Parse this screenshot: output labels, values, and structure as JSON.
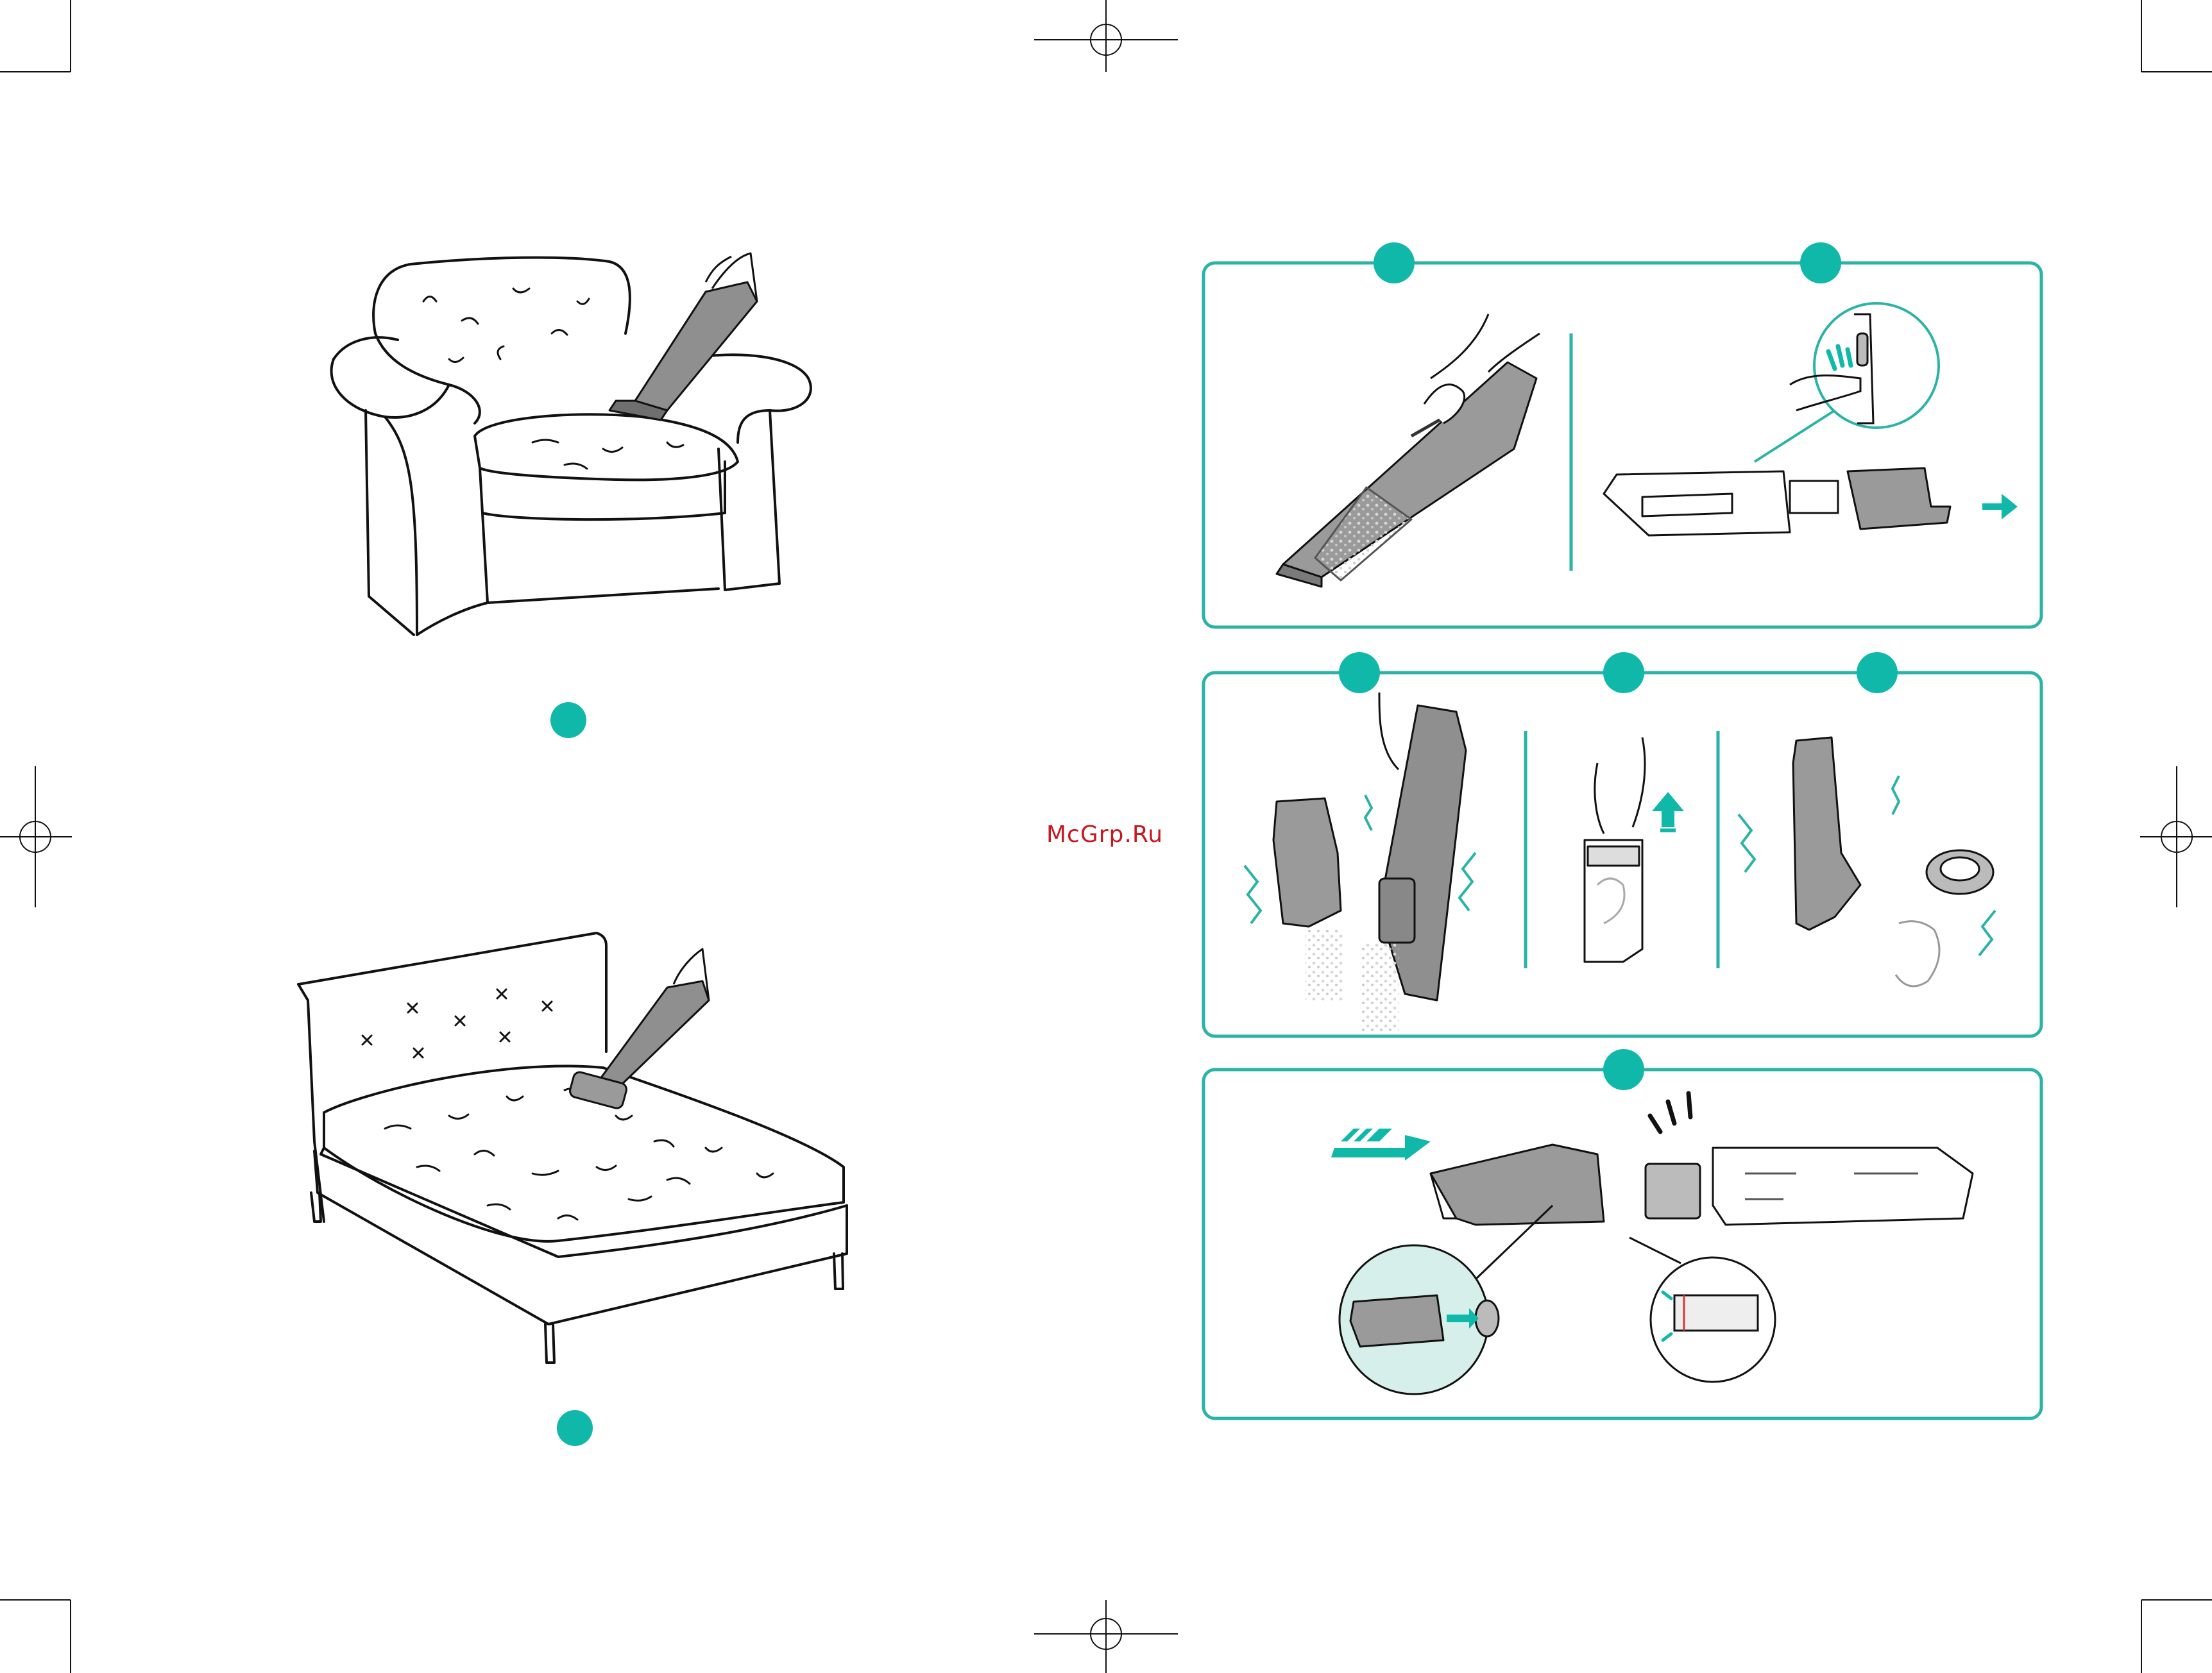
{
  "watermark": {
    "text": "McGrp.Ru",
    "color": "#c8171f"
  },
  "colors": {
    "accent": "#0fb8a8",
    "panel_border": "#2ab3a6",
    "line": "#111111",
    "device_gray": "#9a9a9a",
    "device_dark": "#6f6f6f",
    "mint_fill": "#d6efea"
  },
  "left_page": {
    "illustrations": [
      "armchair-cleaning",
      "bed-mattress-cleaning"
    ]
  },
  "right_page": {
    "panels": [
      {
        "name": "empty-dustbin-release",
        "step_markers": 2
      },
      {
        "name": "dustbin-emptying-filter-cleaning",
        "step_markers": 3
      },
      {
        "name": "reassembly",
        "step_markers": 1
      }
    ]
  }
}
